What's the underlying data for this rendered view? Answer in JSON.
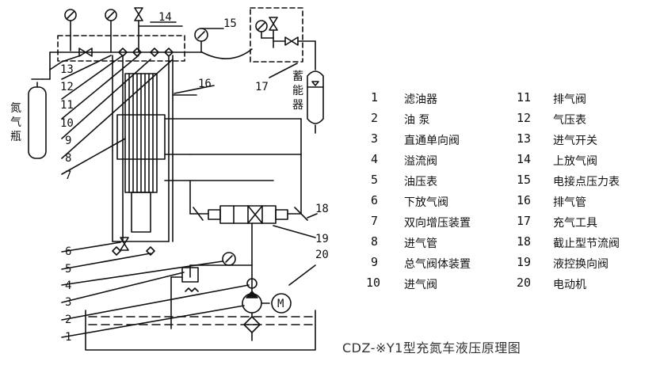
{
  "side_labels": {
    "nitrogen_bottle": "氮气瓶",
    "accumulator": "蓄能器"
  },
  "legend": [
    {
      "num": "1",
      "name": "滤油器"
    },
    {
      "num": "2",
      "name": "油  泵"
    },
    {
      "num": "3",
      "name": "直通单向阀"
    },
    {
      "num": "4",
      "name": "溢流阀"
    },
    {
      "num": "5",
      "name": "油压表"
    },
    {
      "num": "6",
      "name": "下放气阀"
    },
    {
      "num": "7",
      "name": "双向增压装置"
    },
    {
      "num": "8",
      "name": "进气管"
    },
    {
      "num": "9",
      "name": "总气阀体装置"
    },
    {
      "num": "10",
      "name": "进气阀"
    },
    {
      "num": "11",
      "name": "排气阀"
    },
    {
      "num": "12",
      "name": "气压表"
    },
    {
      "num": "13",
      "name": "进气开关"
    },
    {
      "num": "14",
      "name": "上放气阀"
    },
    {
      "num": "15",
      "name": "电接点压力表"
    },
    {
      "num": "16",
      "name": "排气管"
    },
    {
      "num": "17",
      "name": "充气工具"
    },
    {
      "num": "18",
      "name": "截止型节流阀"
    },
    {
      "num": "19",
      "name": "液控换向阀"
    },
    {
      "num": "20",
      "name": "电动机"
    }
  ],
  "diagram_callouts": [
    "13",
    "12",
    "11",
    "10",
    "9",
    "8",
    "7",
    "6",
    "5",
    "4",
    "3",
    "2",
    "1",
    "14",
    "15",
    "16",
    "17",
    "18",
    "19",
    "20"
  ],
  "motor_symbol": "M",
  "caption": "CDZ-※Y1型充氮车液压原理图"
}
